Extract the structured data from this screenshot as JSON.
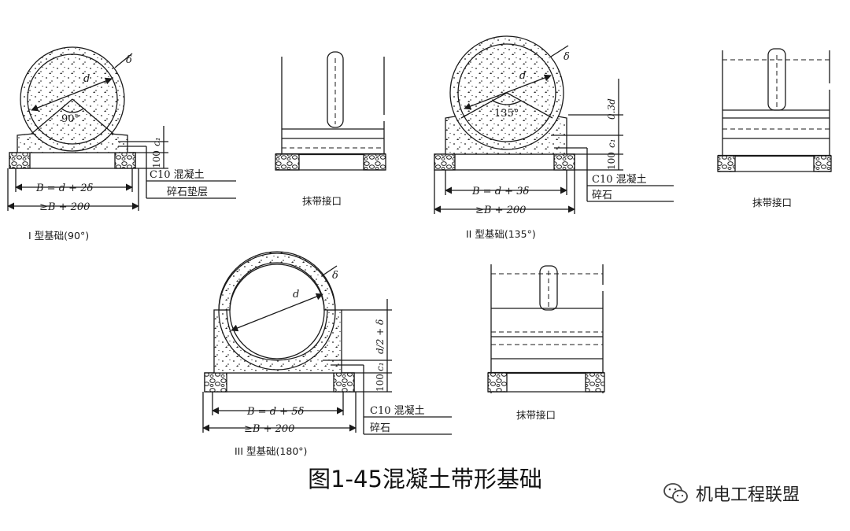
{
  "caption": "图1-45混凝土带形基础",
  "watermark": "机电工程联盟",
  "labels": {
    "delta": "δ",
    "d": "d",
    "c1": "c₁",
    "h100": "100",
    "c10": "C10 混凝土",
    "gravel_cushion": "碎石垫层",
    "gravel": "碎石",
    "band_joint": "抹带接口",
    "width_plus": "≥B + 200",
    "p03d": "0.3d",
    "half_d": "d/2 + δ"
  },
  "fig1": {
    "angle": "90°",
    "width": "B = d + 2δ",
    "title": "I 型基础(90°)"
  },
  "fig2": {
    "angle": "135°",
    "width": "B = d + 3δ",
    "title": "II 型基础(135°)"
  },
  "fig3": {
    "width": "B = d + 5δ",
    "title": "III 型基础(180°)"
  }
}
